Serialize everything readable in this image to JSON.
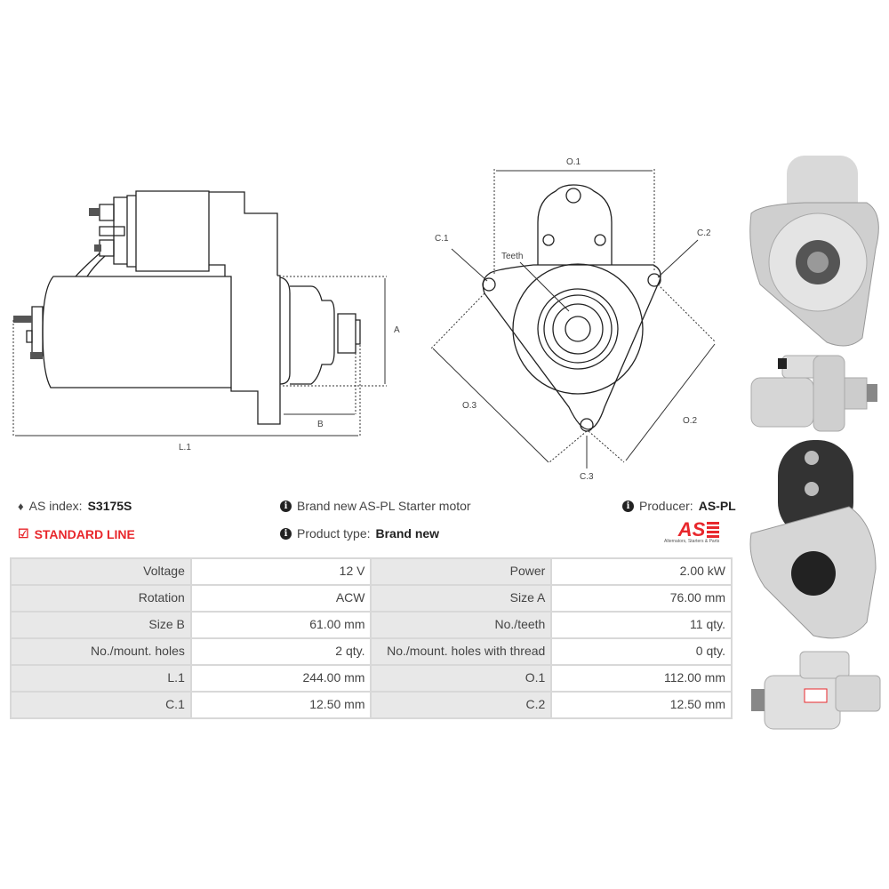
{
  "diagram_labels": {
    "a": "A",
    "b": "B",
    "l1": "L.1",
    "o1": "O.1",
    "o2": "O.2",
    "o3": "O.3",
    "c1": "C.1",
    "c2": "C.2",
    "c3": "C.3",
    "teeth": "Teeth"
  },
  "info": {
    "as_index_label": "AS index:",
    "as_index_value": "S3175S",
    "line": "STANDARD LINE",
    "description": "Brand new AS-PL Starter motor",
    "product_type_label": "Product type:",
    "product_type_value": "Brand new",
    "producer_label": "Producer:",
    "producer_value": "AS-PL",
    "logo_text": "AS",
    "logo_tagline": "Alternators, Starters & Parts"
  },
  "colors": {
    "accent": "#e8272c"
  },
  "specs": [
    [
      {
        "label": "Voltage",
        "value": "12 V"
      },
      {
        "label": "Power",
        "value": "2.00 kW"
      }
    ],
    [
      {
        "label": "Rotation",
        "value": "ACW"
      },
      {
        "label": "Size A",
        "value": "76.00 mm"
      }
    ],
    [
      {
        "label": "Size B",
        "value": "61.00 mm"
      },
      {
        "label": "No./teeth",
        "value": "11 qty."
      }
    ],
    [
      {
        "label": "No./mount. holes",
        "value": "2 qty."
      },
      {
        "label": "No./mount. holes with thread",
        "value": "0 qty."
      }
    ],
    [
      {
        "label": "L.1",
        "value": "244.00 mm"
      },
      {
        "label": "O.1",
        "value": "112.00 mm"
      }
    ],
    [
      {
        "label": "C.1",
        "value": "12.50 mm"
      },
      {
        "label": "C.2",
        "value": "12.50 mm"
      }
    ]
  ]
}
